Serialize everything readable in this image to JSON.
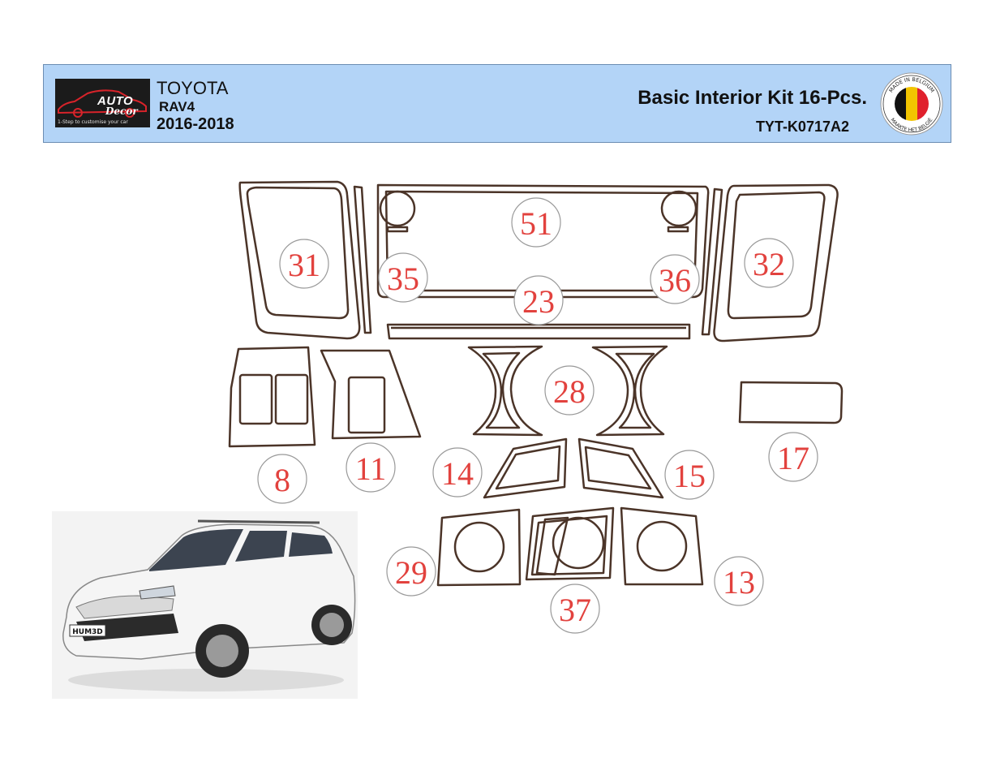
{
  "header": {
    "logo": {
      "auto": "AUTO",
      "decor": "Decor",
      "tagline": "1-Step to customise your car"
    },
    "brand": "TOYOTA",
    "model": "RAV4",
    "years": "2016-2018",
    "kit_title": "Basic Interior Kit 16-Pcs.",
    "kit_code": "TYT-K0717A2",
    "badge": {
      "top_text": "MADE IN BELGIUM",
      "bottom_text": "MAAKTE HET BELGIË",
      "flag_colors": [
        "#111111",
        "#f2c400",
        "#e0202c"
      ]
    }
  },
  "parts": [
    "31",
    "35",
    "51",
    "23",
    "36",
    "32",
    "28",
    "8",
    "11",
    "14",
    "15",
    "17",
    "29",
    "37",
    "13"
  ],
  "car_image": {
    "plate": "HUM3D"
  },
  "colors": {
    "outline": "#4b3428",
    "label": "#e2423e",
    "header_bg": "#b3d4f7"
  }
}
